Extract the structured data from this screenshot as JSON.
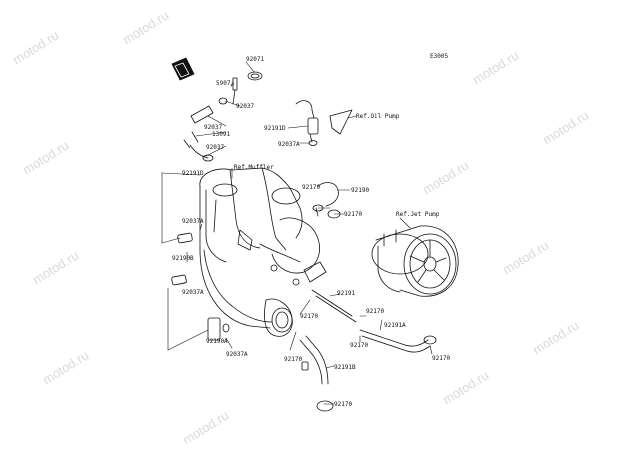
{
  "diagram": {
    "code": "E3005",
    "watermark": "motod.ru",
    "colors": {
      "line": "#111111",
      "paper": "#ffffff",
      "watermark": "#d9d9d9"
    },
    "labels": {
      "p92071": "92071",
      "p5907": "5907/",
      "p92037_top": "92037",
      "p92037_a": "92037",
      "p13091": "13091",
      "p92037_b": "92037",
      "p92191d": "92191D",
      "p92037a_1": "92037A",
      "ref_oil_pump": "Ref.Oil Pump",
      "ref_muffler": "Ref.Muffler",
      "p92191d_2": "92191D",
      "p92170_1": "92170",
      "p92190": "92190",
      "p92170_2": "92170",
      "ref_jet_pump": "Ref.Jet Pump",
      "p92037a_2": "92037A",
      "p92190b": "92190B",
      "p92037a_3": "92037A",
      "p92191": "92191",
      "p92170_3": "92170",
      "p92170_4": "92170",
      "p92191a": "92191A",
      "p92190a": "92190A",
      "p92170_5": "92170",
      "p92037a_4": "92037A",
      "p92170_6": "92170",
      "p92191b": "92191B",
      "p92170_7": "92170",
      "p92170_8": "92170"
    }
  }
}
